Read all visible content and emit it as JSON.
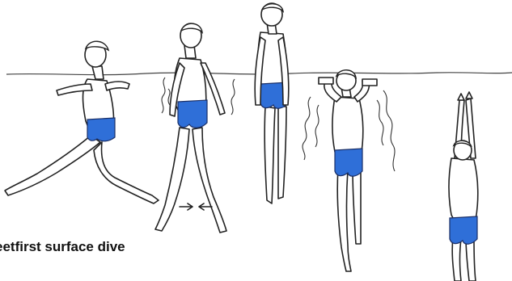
{
  "caption": "eetfirst surface dive",
  "colors": {
    "swim_trunks": "#2f6fd8",
    "outline": "#222222",
    "background": "#ffffff"
  },
  "figures": [
    {
      "stage": 1,
      "pose": "glide-kick"
    },
    {
      "stage": 2,
      "pose": "treading-arms-down"
    },
    {
      "stage": 3,
      "pose": "rising-straight"
    },
    {
      "stage": 4,
      "pose": "arms-push-up"
    },
    {
      "stage": 5,
      "pose": "descending-arms-overhead"
    }
  ]
}
